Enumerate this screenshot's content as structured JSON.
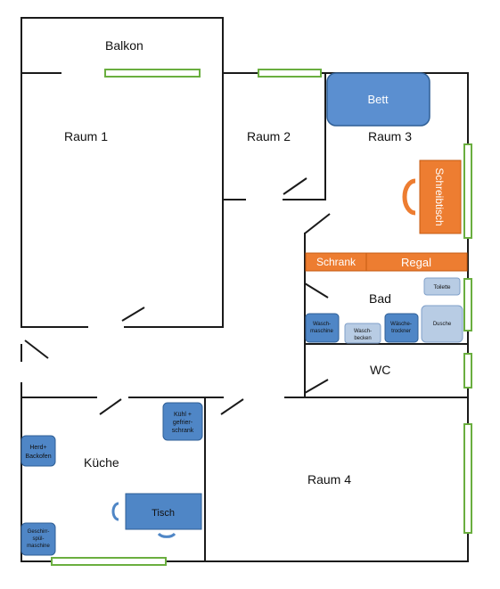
{
  "colors": {
    "wall": "#1a1a1a",
    "window": "#6aae3f",
    "furniture_blue": "#4f86c6",
    "furniture_blue_border": "#2f5f96",
    "furniture_light_blue": "#b8cce4",
    "furniture_orange": "#ed7d31"
  },
  "rooms": {
    "balkon": "Balkon",
    "raum1": "Raum 1",
    "raum2": "Raum 2",
    "raum3": "Raum 3",
    "bad": "Bad",
    "wc": "WC",
    "kueche": "Küche",
    "raum4": "Raum 4"
  },
  "furniture": {
    "bett": "Bett",
    "schreibtisch": "Schreibtisch",
    "schrank": "Schrank",
    "regal": "Regal",
    "toilette": "Toilette",
    "waschmaschine": [
      "Wasch-",
      "maschine"
    ],
    "waschbecken": [
      "Wasch-",
      "becken"
    ],
    "waeschetrockner": [
      "Wäsche-",
      "trockner"
    ],
    "dusche": "Dusche",
    "kuehlschrank": [
      "Kühl +",
      "gefrier-",
      "schrank"
    ],
    "herd": [
      "Herd+",
      "Backofen"
    ],
    "tisch": "Tisch",
    "geschirrspuelmaschine": [
      "Geschirr-",
      "spül-",
      "maschine"
    ]
  }
}
